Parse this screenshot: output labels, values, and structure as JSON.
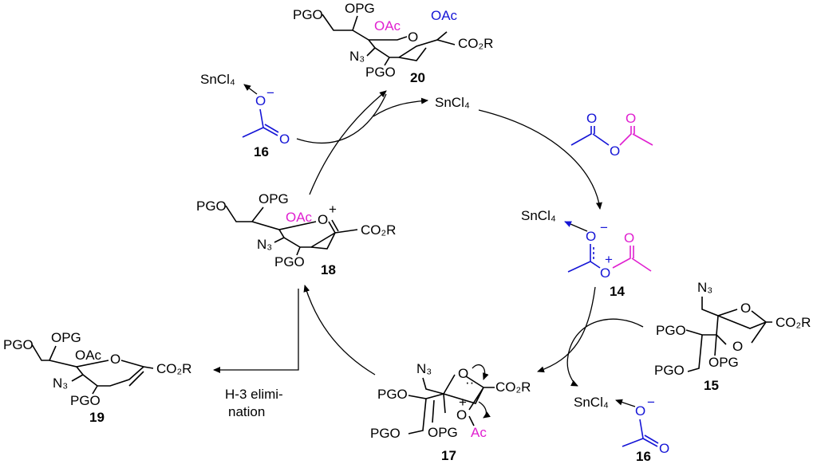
{
  "compounds": {
    "c20": {
      "num": "20",
      "pgo1": "PGO",
      "opg": "OPG",
      "oac_m": "OAc",
      "oac_b": "OAc",
      "o": "O",
      "co2r": "CO₂R",
      "n3": "N₃",
      "pgo2": "PGO"
    },
    "c18": {
      "num": "18",
      "pgo1": "PGO",
      "opg": "OPG",
      "oac": "OAc",
      "o": "O",
      "plus": "+",
      "co2r": "CO₂R",
      "n3": "N₃",
      "pgo2": "PGO"
    },
    "c19": {
      "num": "19",
      "pgo1": "PGO",
      "opg": "OPG",
      "oac": "OAc",
      "o": "O",
      "co2r": "CO₂R",
      "n3": "N₃",
      "pgo2": "PGO"
    },
    "c17": {
      "num": "17",
      "n3": "N₃",
      "o1": "O",
      "plus": "+",
      "o2": "O",
      "ac": "Ac",
      "co2r": "CO₂R",
      "pgo1": "PGO",
      "pgo2": "PGO",
      "opg": "OPG"
    },
    "c15": {
      "num": "15",
      "n3": "N₃",
      "o1": "O",
      "o2": "O",
      "co2r": "CO₂R",
      "pgo1": "PGO",
      "opg": "OPG",
      "pgo2": "PGO"
    },
    "c14": {
      "num": "14",
      "sncl4": "SnCl₄",
      "o1": "O",
      "minus": "−",
      "o2": "O",
      "plus": "+",
      "o3": "O"
    },
    "c16a": {
      "num": "16",
      "sncl4": "SnCl₄",
      "o1": "O",
      "minus": "−",
      "o2": "O"
    },
    "c16b": {
      "num": "16",
      "sncl4": "SnCl₄",
      "o1": "O",
      "minus": "−",
      "o2": "O"
    },
    "anhydride": {
      "o1": "O",
      "o2": "O",
      "o3": "O"
    }
  },
  "sncl4_top": "SnCl₄",
  "elimination_label_1": "H-3 elimi-",
  "elimination_label_2": "nation",
  "colors": {
    "blue": "#1515d6",
    "magenta": "#e020d0",
    "black": "#000000"
  }
}
